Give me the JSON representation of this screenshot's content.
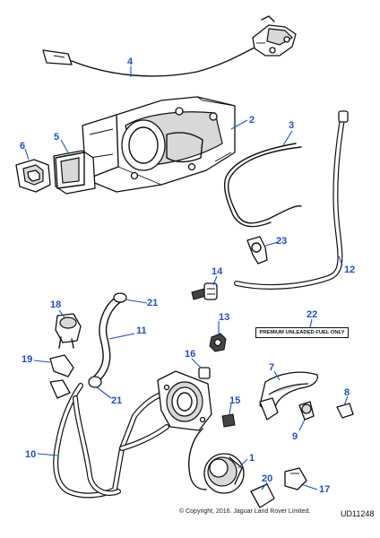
{
  "diagram": {
    "fuel_label_text": "PREMIUM UNLEADED FUEL ONLY",
    "copyright": "© Copyright, 2016. Jaguar Land Rover Limited.",
    "diagram_code": "UD11248",
    "callouts": [
      "1",
      "2",
      "3",
      "4",
      "5",
      "6",
      "7",
      "8",
      "9",
      "10",
      "11",
      "12",
      "13",
      "14",
      "15",
      "16",
      "17",
      "18",
      "19",
      "20",
      "21",
      "21",
      "22",
      "23"
    ]
  }
}
